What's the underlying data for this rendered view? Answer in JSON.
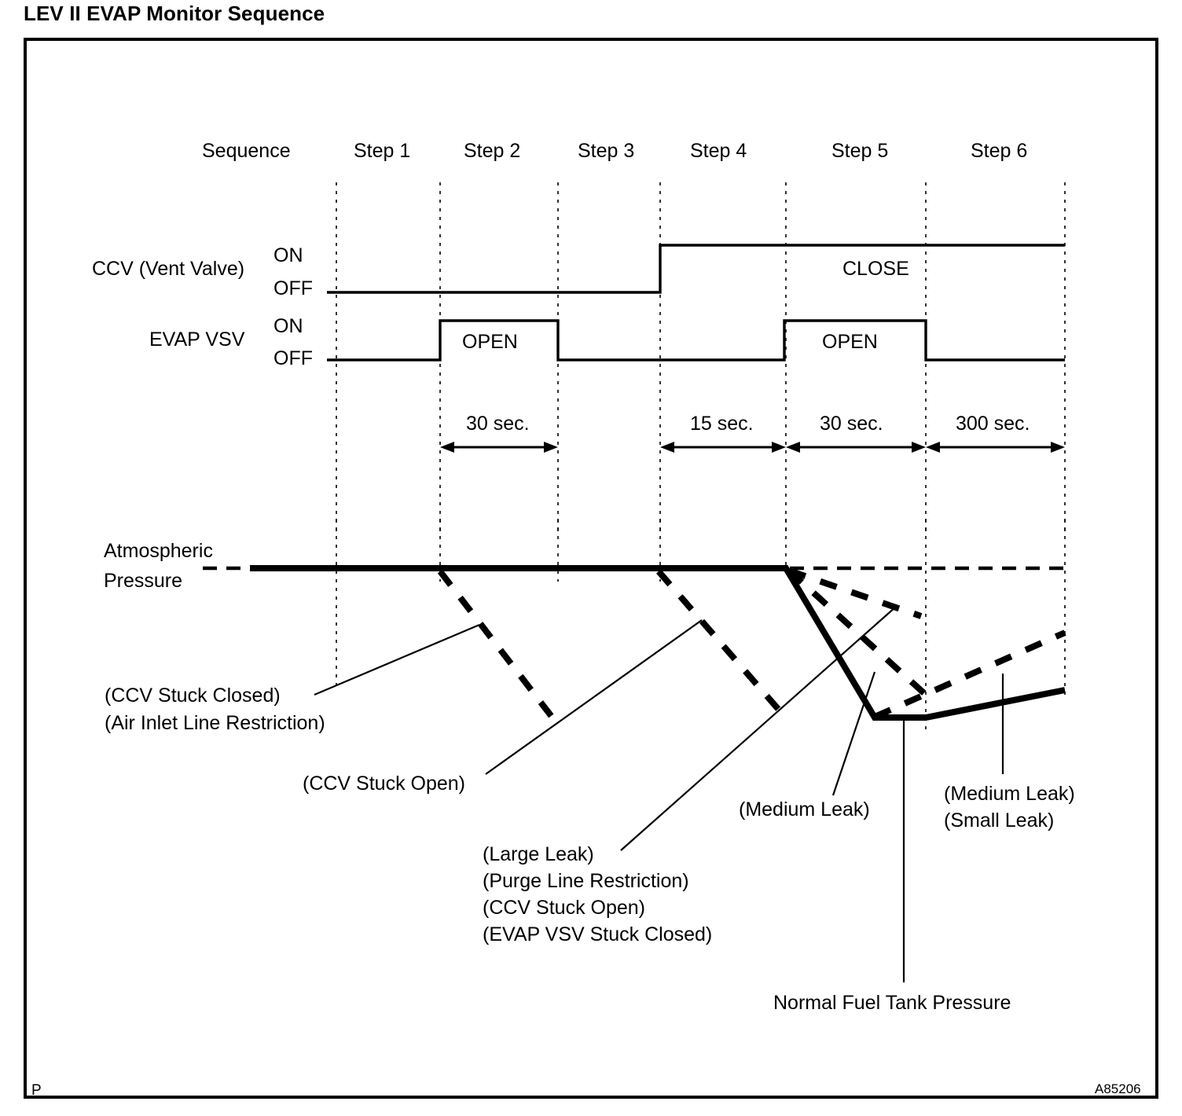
{
  "page_title": "LEV II EVAP Monitor Sequence",
  "figure_code": "A85206",
  "page_mark": "P",
  "axis_labels": {
    "sequence": "Sequence",
    "ccv_row": "CCV (Vent Valve)",
    "vsv_row": "EVAP VSV",
    "on": "ON",
    "off": "OFF",
    "atmospheric_line1": "Atmospheric",
    "atmospheric_line2": "Pressure"
  },
  "chart_data": {
    "type": "line",
    "title": "LEV II EVAP Monitor Sequence",
    "xlabel": "Sequence",
    "ylabel": "",
    "grid": true,
    "legend": "none",
    "steps": [
      "Step 1",
      "Step 2",
      "Step 3",
      "Step 4",
      "Step 5",
      "Step 6"
    ],
    "durations": [
      {
        "label": "30 sec.",
        "step": "Step 2"
      },
      {
        "label": "15 sec.",
        "step": "Step 4"
      },
      {
        "label": "30 sec.",
        "step": "Step 5"
      },
      {
        "label": "300 sec.",
        "step": "Step 6"
      }
    ],
    "signals": [
      {
        "name": "CCV (Vent Valve)",
        "levels": [
          "ON",
          "OFF"
        ],
        "state_label": "CLOSE",
        "state_label_step": "Step 5",
        "states": [
          {
            "step": "Step 1",
            "value": "OFF"
          },
          {
            "step": "Step 2",
            "value": "OFF"
          },
          {
            "step": "Step 3",
            "value": "OFF"
          },
          {
            "step": "Step 4",
            "value": "ON"
          },
          {
            "step": "Step 5",
            "value": "ON"
          },
          {
            "step": "Step 6",
            "value": "ON"
          }
        ]
      },
      {
        "name": "EVAP VSV",
        "levels": [
          "ON",
          "OFF"
        ],
        "state_label": "OPEN",
        "state_label_2": "OPEN",
        "states": [
          {
            "step": "Step 1",
            "value": "OFF"
          },
          {
            "step": "Step 2",
            "value": "ON"
          },
          {
            "step": "Step 3",
            "value": "OFF"
          },
          {
            "step": "Step 4",
            "value": "OFF"
          },
          {
            "step": "Step 5",
            "value": "ON"
          },
          {
            "step": "Step 6",
            "value": "OFF"
          }
        ]
      }
    ],
    "pressure_traces": [
      {
        "name": "Atmospheric Pressure",
        "style": "dashed-reference"
      },
      {
        "name": "Normal Fuel Tank Pressure",
        "style": "bold-solid"
      },
      {
        "name": "CCV Stuck Closed / Air Inlet Line Restriction",
        "style": "dashed"
      },
      {
        "name": "CCV Stuck Open",
        "style": "dashed"
      },
      {
        "name": "Large Leak / Purge Line Restriction / CCV Stuck Open / EVAP VSV Stuck Closed",
        "style": "dashed"
      },
      {
        "name": "Medium Leak",
        "style": "dashed"
      },
      {
        "name": "Medium Leak / Small Leak",
        "style": "dashed"
      }
    ]
  },
  "annotations": {
    "ccv_stuck_closed": "(CCV Stuck Closed)",
    "air_inlet_restriction": "(Air Inlet Line Restriction)",
    "ccv_stuck_open": "(CCV Stuck Open)",
    "large_leak": "(Large Leak)",
    "purge_line_restriction": "(Purge Line Restriction)",
    "ccv_stuck_open_2": "(CCV Stuck Open)",
    "evap_vsv_stuck_closed": "(EVAP VSV Stuck Closed)",
    "medium_leak": "(Medium Leak)",
    "medium_leak_right": "(Medium Leak)",
    "small_leak_right": "(Small Leak)",
    "normal_fuel_tank_pressure": "Normal Fuel Tank Pressure",
    "close_state": "CLOSE",
    "open_state_1": "OPEN",
    "open_state_2": "OPEN"
  },
  "timing": {
    "t30_a": "30 sec.",
    "t15": "15 sec.",
    "t30_b": "30 sec.",
    "t300": "300 sec."
  },
  "colors": {
    "ink": "#000000",
    "paper": "#ffffff"
  }
}
